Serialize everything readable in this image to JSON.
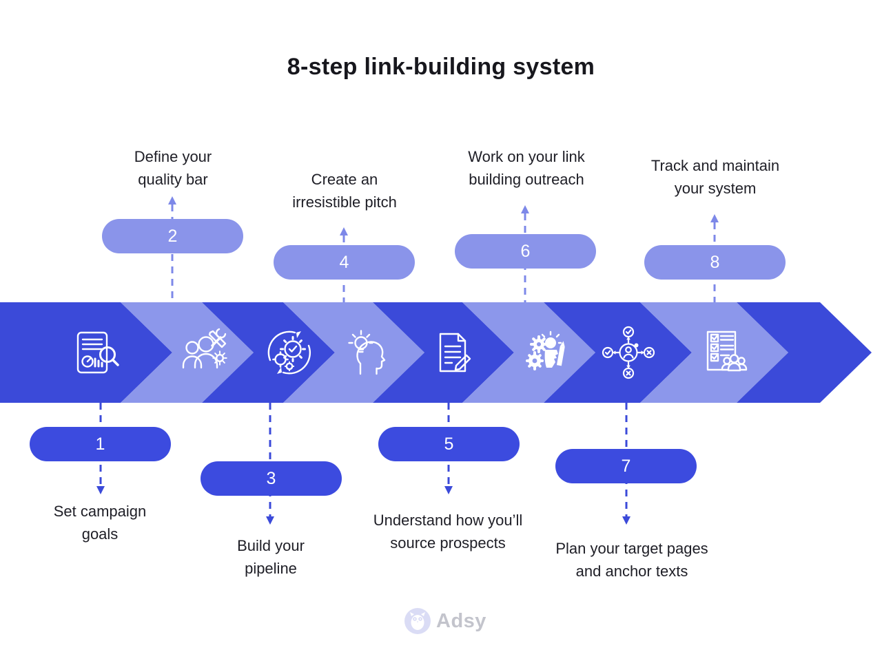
{
  "title": "8-step link-building system",
  "colors": {
    "dark_blue": "#3B4AD9",
    "light_blue": "#8C97EB",
    "pill_dark": "#3C4BDF",
    "pill_light": "#8A94EA",
    "connector_up": "#7D88E8",
    "connector_down": "#3B4AD9",
    "title_text": "#17171D",
    "label_text": "#1E1E26",
    "footer_text": "#C3C4CC",
    "footer_circle": "#DADCF5"
  },
  "steps": [
    {
      "number": "1",
      "label_line1": "Set campaign",
      "label_line2": "goals",
      "position": "below",
      "icon": "report-search-icon"
    },
    {
      "number": "2",
      "label_line1": "Define your",
      "label_line2": "quality bar",
      "position": "above",
      "icon": "team-tools-icon"
    },
    {
      "number": "3",
      "label_line1": "Build your",
      "label_line2": "pipeline",
      "position": "below",
      "icon": "process-gears-icon"
    },
    {
      "number": "4",
      "label_line1": "Create an",
      "label_line2": "irresistible pitch",
      "position": "above",
      "icon": "idea-head-icon"
    },
    {
      "number": "5",
      "label_line1": "Understand how you’ll",
      "label_line2": "source prospects",
      "position": "below",
      "icon": "document-pencil-icon"
    },
    {
      "number": "6",
      "label_line1": "Work on your link",
      "label_line2": "building outreach",
      "position": "above",
      "icon": "creative-work-icon"
    },
    {
      "number": "7",
      "label_line1": "Plan your target pages",
      "label_line2": "and anchor texts",
      "position": "below",
      "icon": "decision-network-icon"
    },
    {
      "number": "8",
      "label_line1": "Track and maintain",
      "label_line2": "your system",
      "position": "above",
      "icon": "checklist-team-icon"
    }
  ],
  "footer": {
    "brand": "Adsy",
    "logo": "owl-icon"
  }
}
